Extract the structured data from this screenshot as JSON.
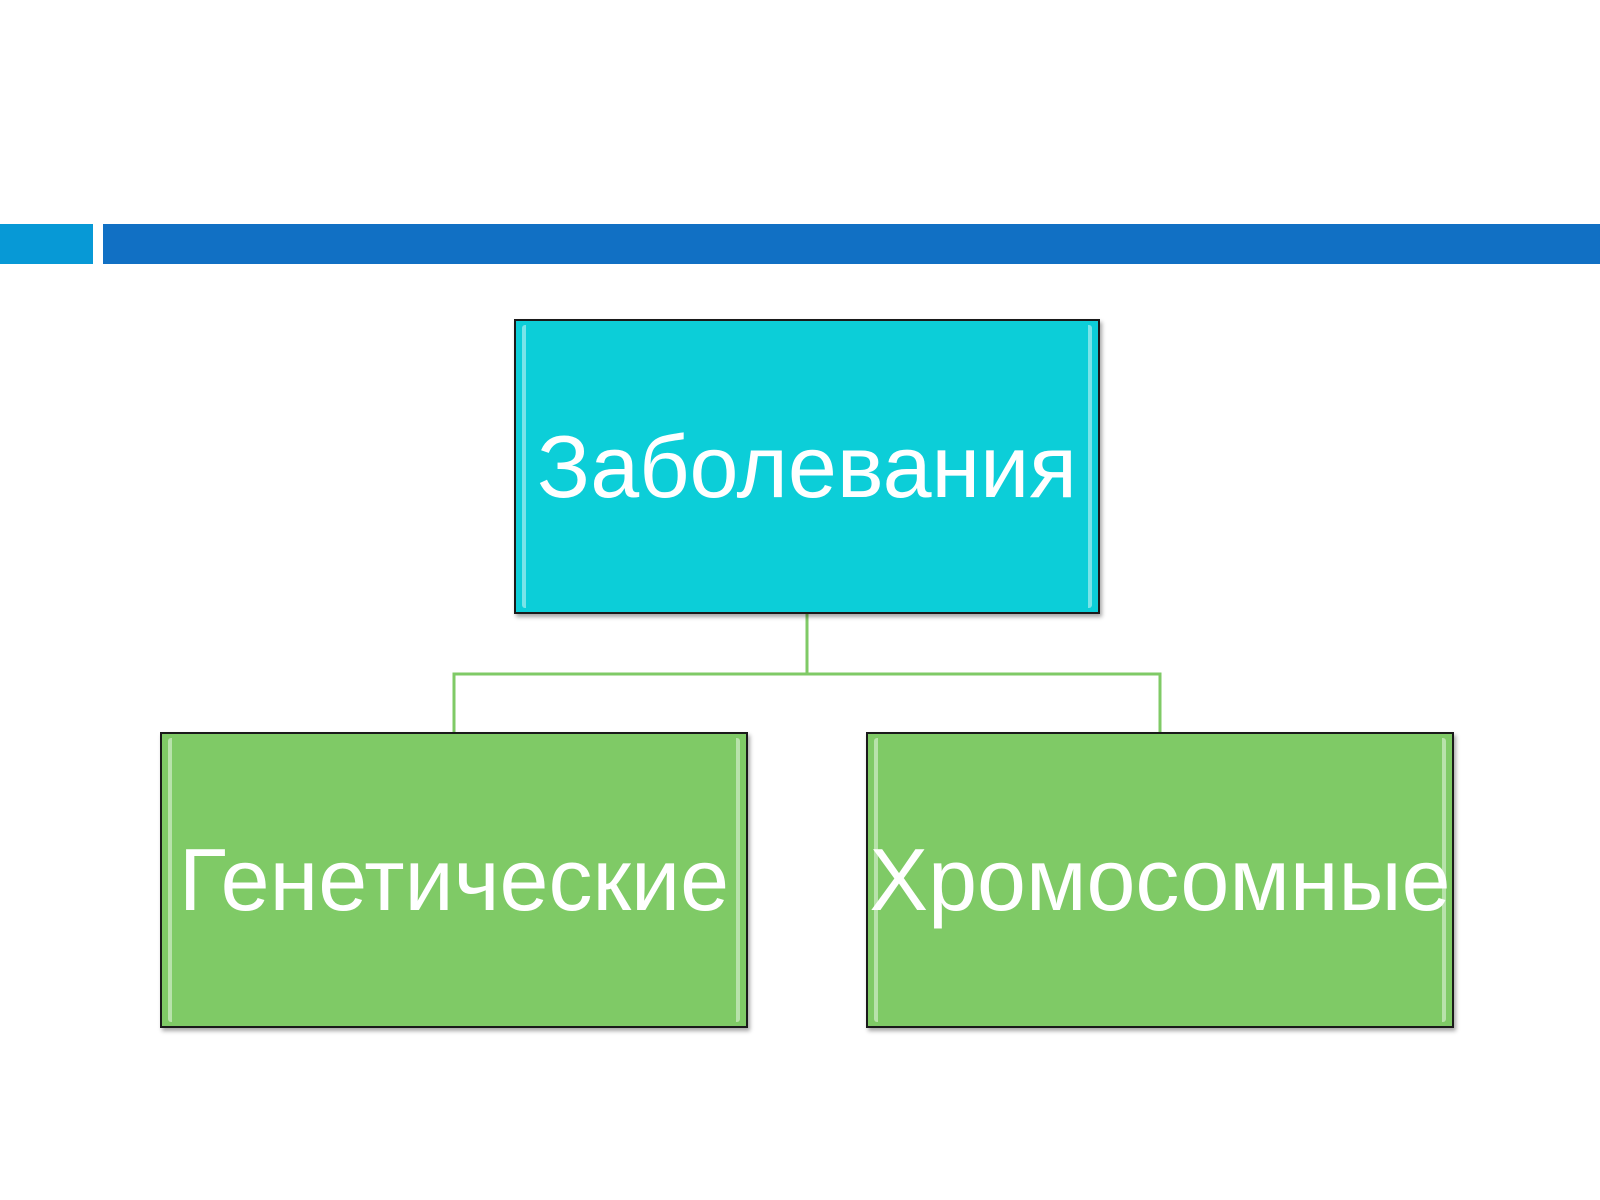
{
  "colors": {
    "bar_left": "#0799D6",
    "bar_main": "#1170C4",
    "root_fill": "#0CCED8",
    "child_fill": "#7FCA66",
    "connector": "#7FCA66",
    "text": "#FFFFFF"
  },
  "diagram": {
    "root": {
      "label": "Заболевания"
    },
    "children": [
      {
        "label": "Генетические"
      },
      {
        "label": "Хромосомные"
      }
    ]
  }
}
